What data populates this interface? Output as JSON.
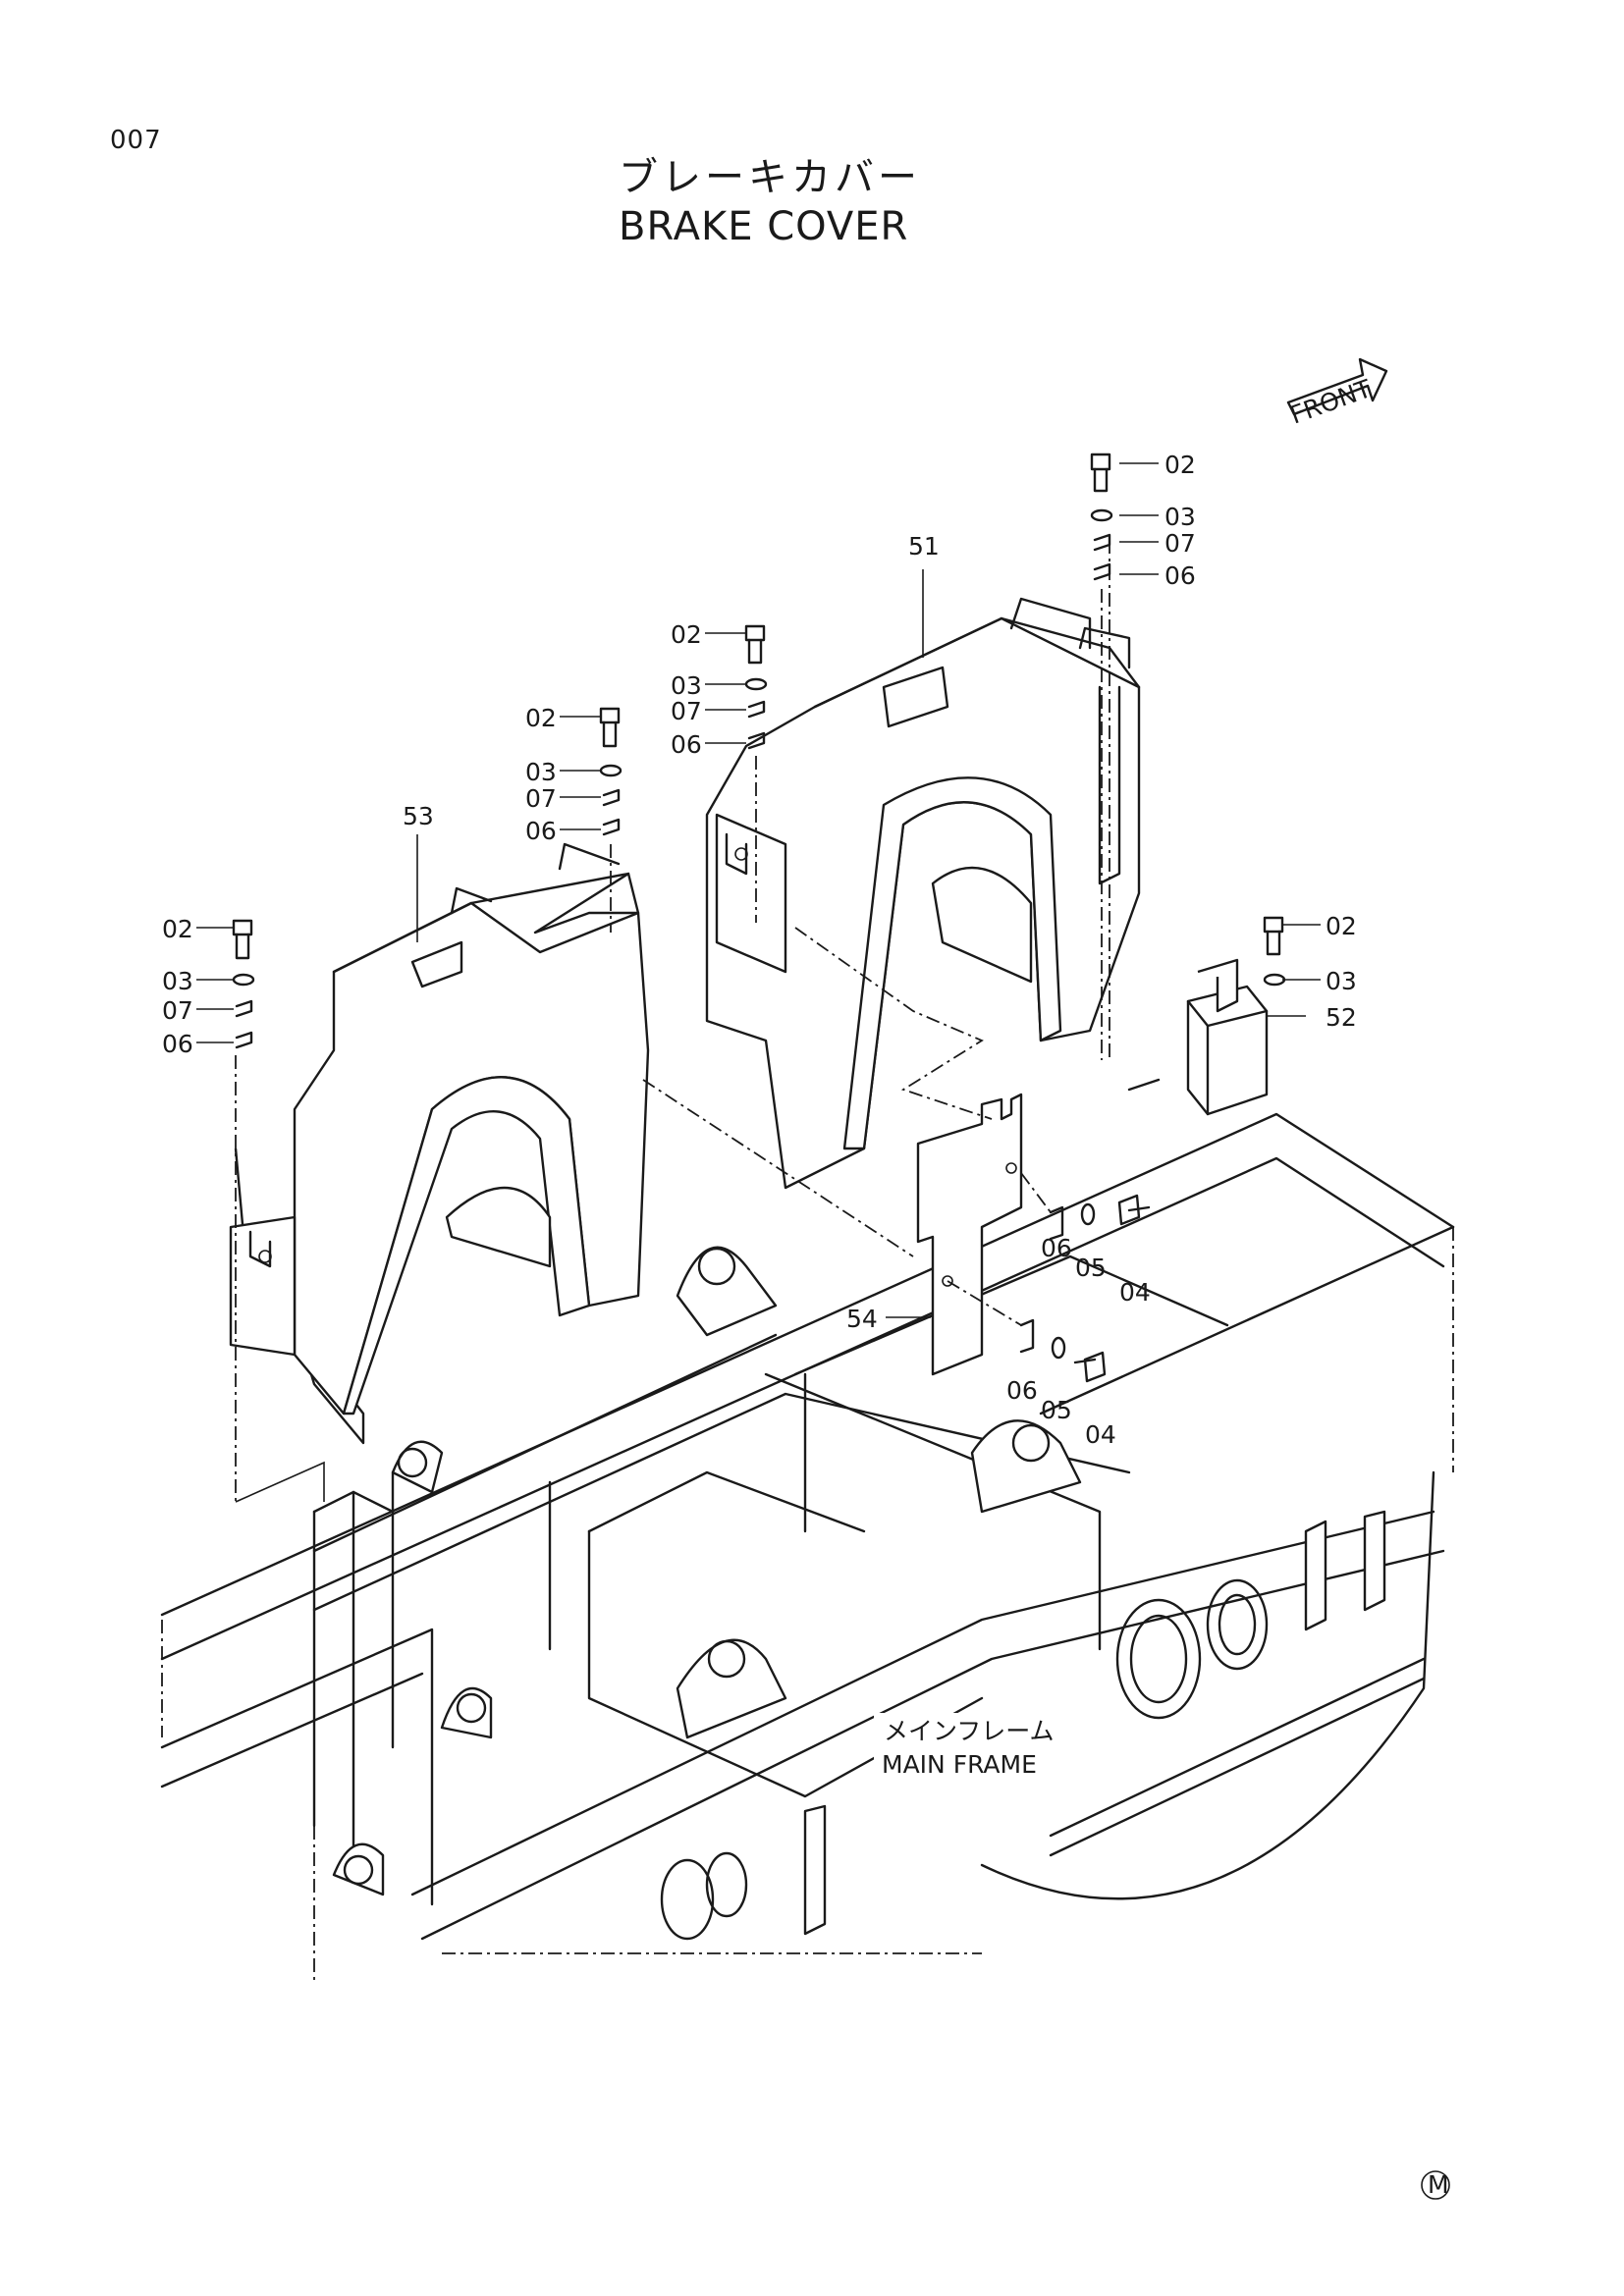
{
  "page": {
    "number": "007"
  },
  "title": {
    "japanese": "ブレーキカバー",
    "english": "BRAKE COVER"
  },
  "front_indicator": {
    "label": "FRONT"
  },
  "main_frame": {
    "japanese": "メインフレーム",
    "english": "MAIN FRAME"
  },
  "manufacturer_mark": "M",
  "callouts": {
    "c02_a": "02",
    "c03_a": "03",
    "c07_a": "07",
    "c06_a": "06",
    "c51": "51",
    "c02_b": "02",
    "c03_b": "03",
    "c07_b": "07",
    "c06_b": "06",
    "c02_c": "02",
    "c03_c": "03",
    "c07_c": "07",
    "c06_c": "06",
    "c53": "53",
    "c02_d": "02",
    "c03_d": "03",
    "c07_d": "07",
    "c06_d": "06",
    "c02_e": "02",
    "c03_e": "03",
    "c52": "52",
    "c06_f": "06",
    "c05_f": "05",
    "c04_f": "04",
    "c54": "54",
    "c06_g": "06",
    "c05_g": "05",
    "c04_g": "04"
  }
}
